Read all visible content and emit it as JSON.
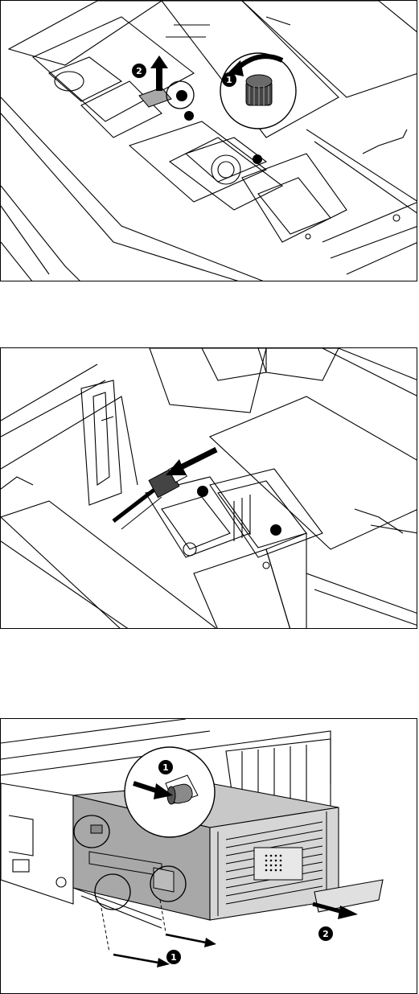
{
  "figures": [
    {
      "id": "step-loosen-thumbscrew-and-lift-latch",
      "callouts": [
        {
          "label": "1"
        },
        {
          "label": "2"
        }
      ],
      "icons": [
        "thumbscrew-icon",
        "rotate-arrow-icon",
        "lift-arrow-icon"
      ]
    },
    {
      "id": "step-disconnect-cable",
      "callouts": [],
      "icons": [
        "cable-connector-icon",
        "pull-arrow-icon"
      ]
    },
    {
      "id": "step-press-release-and-slide-out-cage",
      "callouts": [
        {
          "label": "1"
        },
        {
          "label": "1"
        },
        {
          "label": "2"
        }
      ],
      "icons": [
        "release-button-icon",
        "push-arrow-icon",
        "slide-out-arrow-icon"
      ]
    }
  ],
  "colors": {
    "line": "#000000",
    "background": "#ffffff",
    "highlight_gray": "#a8a8a8",
    "callout_fill": "#000000"
  }
}
